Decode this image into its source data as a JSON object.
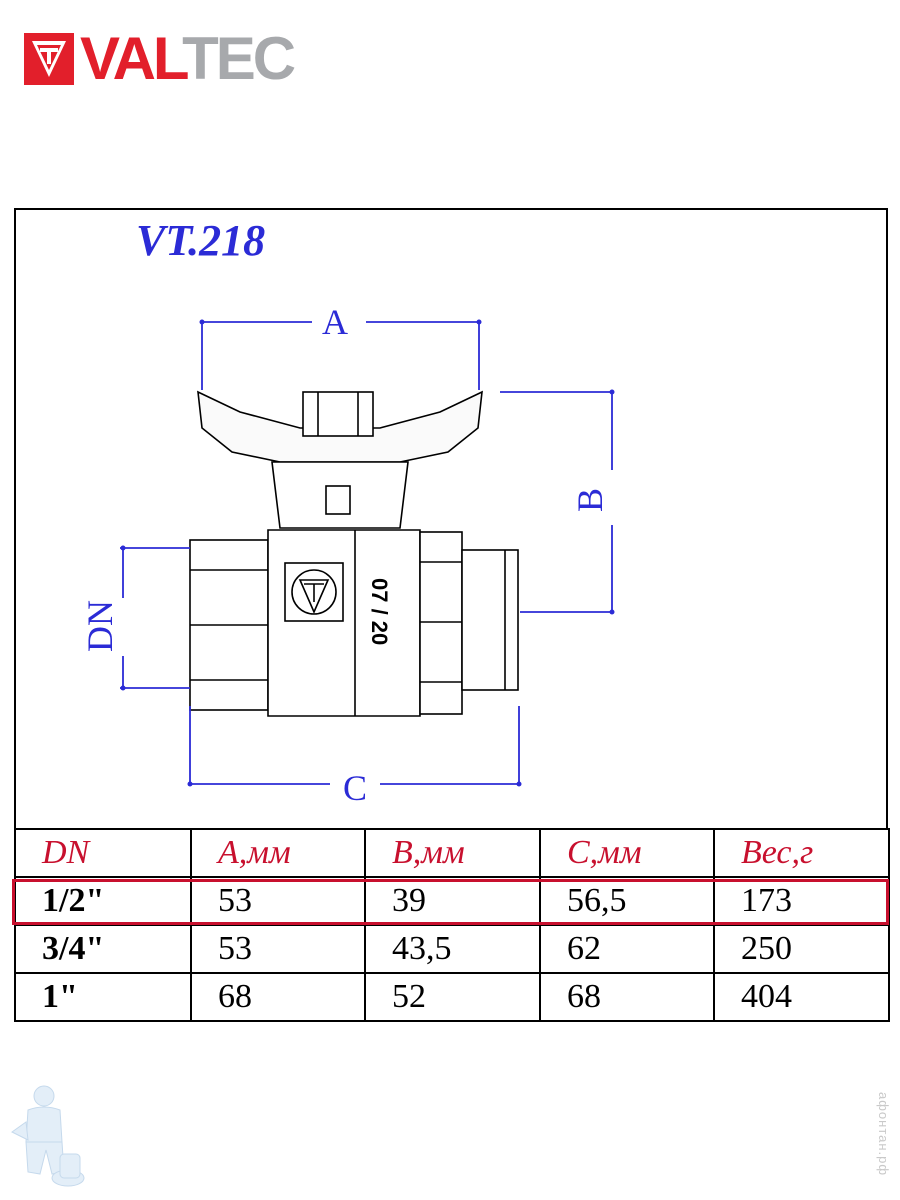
{
  "brand": {
    "name_red": "VAL",
    "name_grey": "TEC",
    "red": "#e21f2b",
    "grey": "#a7a9ac"
  },
  "drawing": {
    "model": "VT.218",
    "dim_labels": {
      "a": "A",
      "b": "B",
      "c": "C",
      "dn": "DN"
    },
    "body_marking": "07 / 20",
    "dim_color": "#2b2bd6"
  },
  "table": {
    "headers": [
      "DN",
      "A,мм",
      "B,мм",
      "C,мм",
      "Вес,г"
    ],
    "rows": [
      [
        "1/2\"",
        "53",
        "39",
        "56,5",
        "173"
      ],
      [
        "3/4\"",
        "53",
        "43,5",
        "62",
        "250"
      ],
      [
        "1\"",
        "68",
        "52",
        "68",
        "404"
      ]
    ],
    "header_color": "#c8102e",
    "highlighted_row": 0
  },
  "watermark": "афонтан.рф"
}
